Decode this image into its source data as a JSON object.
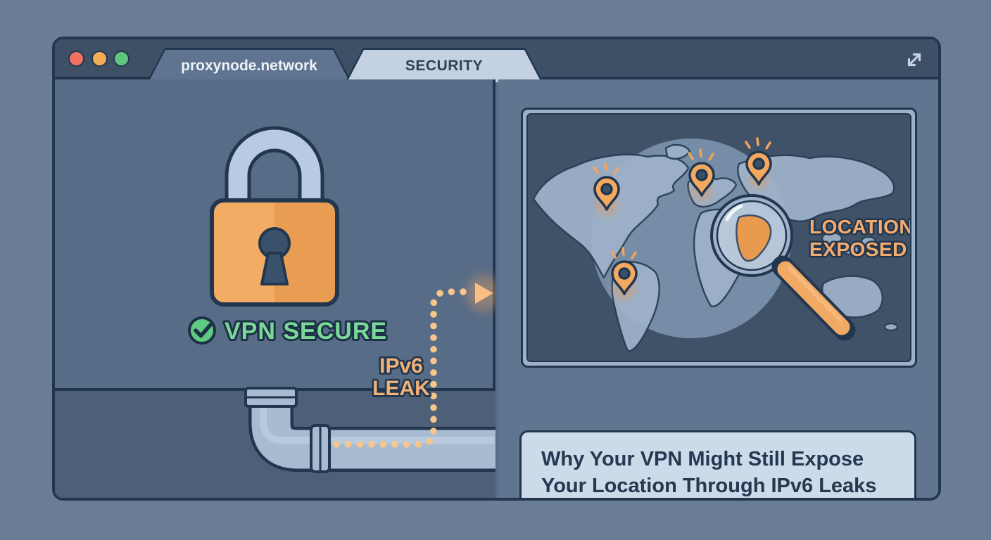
{
  "window": {
    "tabs": [
      {
        "label": "proxynode.network"
      },
      {
        "label": "SECURITY"
      }
    ],
    "traffic_lights": [
      {
        "name": "close",
        "color": "#EF7265"
      },
      {
        "name": "minimize",
        "color": "#F4AD55"
      },
      {
        "name": "zoom",
        "color": "#5FC57D"
      }
    ],
    "expand_icon": "diagonal-resize-arrows"
  },
  "vpn_panel": {
    "status_label": "VPN SECURE",
    "status_color": "#7CD898",
    "status_icon": "check-circle",
    "lock_icon": "padlock",
    "leak_label_line1": "IPv6",
    "leak_label_line2": "LEAK",
    "leak_color": "#F2B177"
  },
  "map_panel": {
    "exposed_label_line1": "LOCATION",
    "exposed_label_line2": "EXPOSED",
    "exposed_color": "#F5AB6E",
    "pin_icon": "location-pin",
    "pin_count": 4,
    "magnifier_icon": "magnifying-glass"
  },
  "headline": {
    "line1": "Why Your VPN Might Still Expose",
    "line2": "Your Location Through IPv6 Leaks"
  },
  "colors": {
    "page_bg": "#697E96",
    "titlebar": "#3E5065",
    "outline": "#22374F",
    "left_panel": "#576C86",
    "left_panel_lower": "#4D6078",
    "right_panel": "#5F7590",
    "map_bg": "#3F5268",
    "card_bg": "#CCDAEA",
    "accent_orange": "#F2A45F",
    "pipe": "#A7BBD1"
  }
}
